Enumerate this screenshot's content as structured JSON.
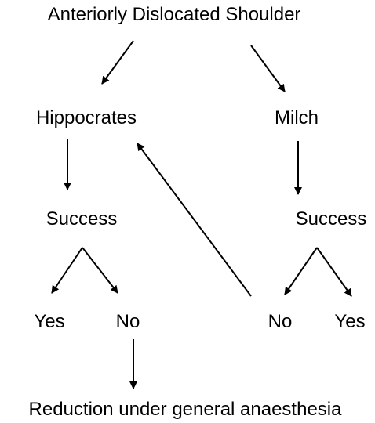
{
  "flowchart": {
    "root": "Anteriorly Dislocated Shoulder",
    "left_branch": {
      "method": "Hippocrates",
      "outcome": "Success",
      "yes": "Yes",
      "no": "No"
    },
    "right_branch": {
      "method": "Milch",
      "outcome": "Success",
      "no": "No",
      "yes": "Yes"
    },
    "final": "Reduction under general anaesthesia"
  },
  "colors": {
    "text": "#000000",
    "line": "#000000",
    "background": "#ffffff"
  }
}
